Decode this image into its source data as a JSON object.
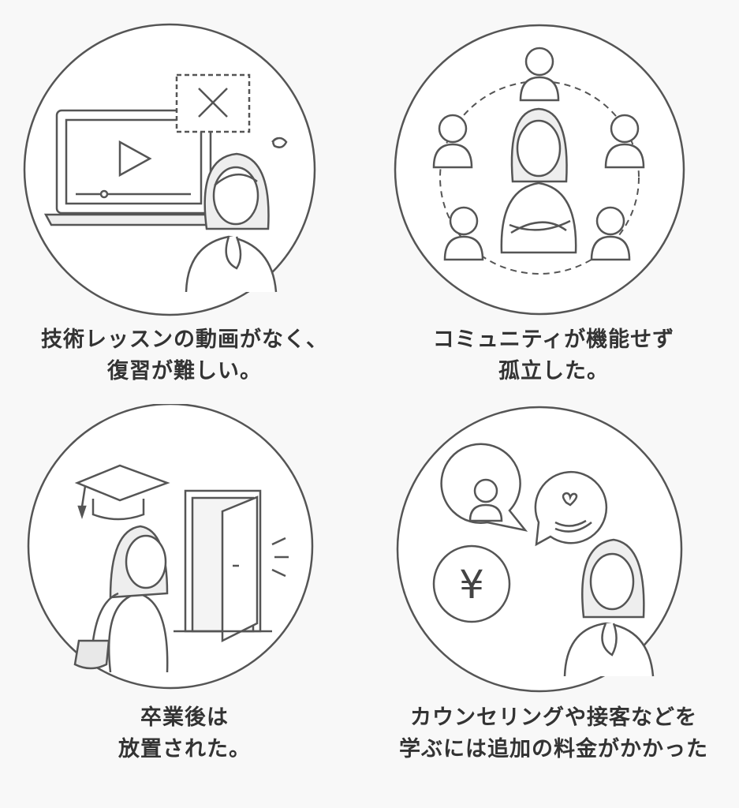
{
  "panels": [
    {
      "id": "no-videos",
      "lines": [
        "技術レッスンの動画がなく、",
        "復習が難しい。"
      ],
      "icons": [
        "laptop-icon",
        "play-icon",
        "close-icon",
        "confused-woman-icon"
      ]
    },
    {
      "id": "isolated",
      "lines": [
        "コミュニティが機能せず",
        "孤立した。"
      ],
      "icons": [
        "person-icon",
        "arms-crossed-woman-icon"
      ]
    },
    {
      "id": "abandoned",
      "lines": [
        "卒業後は",
        "放置された。"
      ],
      "icons": [
        "graduation-cap-icon",
        "door-icon",
        "woman-with-bag-icon"
      ]
    },
    {
      "id": "extra-fees",
      "lines": [
        "カウンセリングや接客などを",
        "学ぶには追加の料金がかかった"
      ],
      "icons": [
        "counselor-bubble-icon",
        "heart-hand-bubble-icon",
        "yen-icon",
        "thinking-woman-icon"
      ],
      "yen_symbol": "¥"
    }
  ],
  "colors": {
    "stroke": "#555555",
    "background": "#f8f8f8",
    "fill": "#ffffff"
  }
}
